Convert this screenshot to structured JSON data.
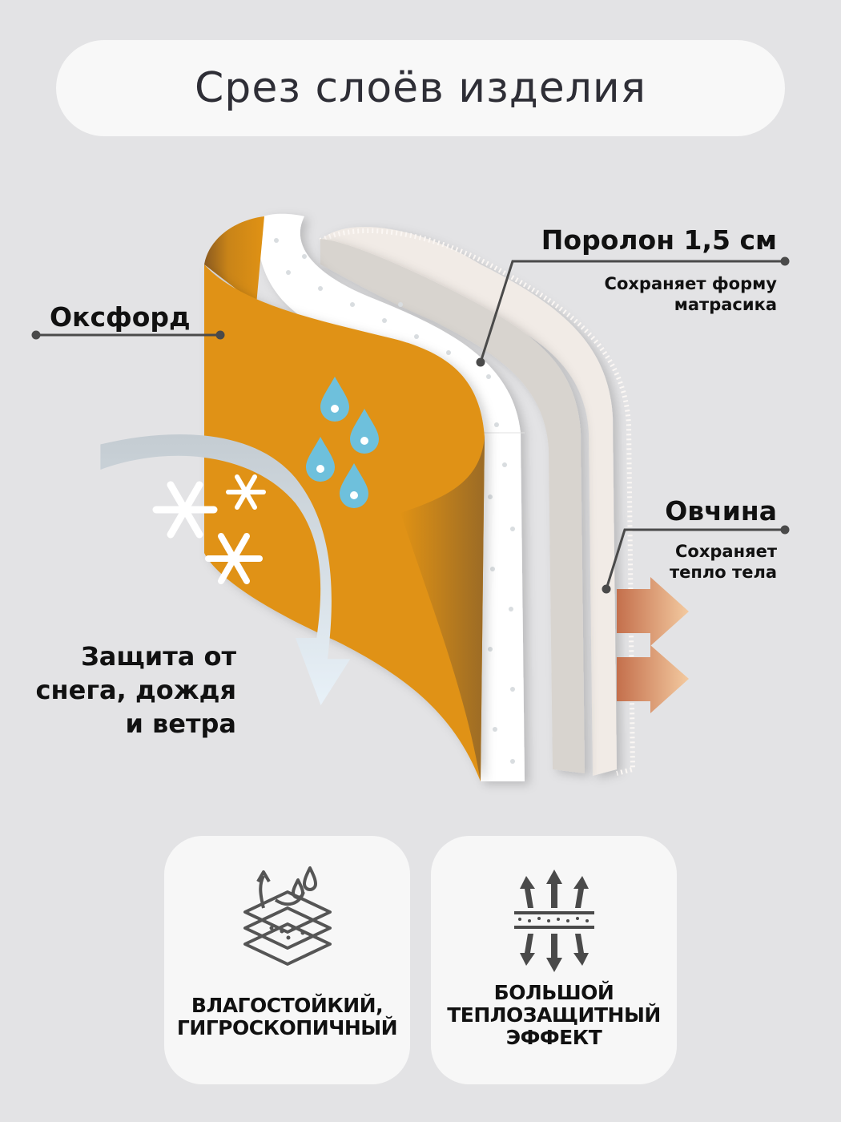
{
  "title": "Срез слоёв изделия",
  "layers": {
    "oxford": {
      "title": "Оксфорд"
    },
    "foam": {
      "title": "Поролон 1,5 см",
      "subtitle_line1": "Сохраняет форму",
      "subtitle_line2": "матрасика"
    },
    "sheepskin": {
      "title": "Овчина",
      "subtitle_line1": "Сохраняет",
      "subtitle_line2": "тепло тела"
    }
  },
  "protection": {
    "line1": "Защита от",
    "line2": "снега, дождя",
    "line3": "и ветра"
  },
  "features": [
    {
      "icon": "water-resistant-layers-icon",
      "line1": "ВЛАГОСТОЙКИЙ,",
      "line2": "ГИГРОСКОПИЧНЫЙ"
    },
    {
      "icon": "heat-protection-icon",
      "line1": "БОЛЬШОЙ",
      "line2": "ТЕПЛОЗАЩИТНЫЙ",
      "line3": "ЭФФЕКТ"
    }
  ],
  "colors": {
    "oxford": "#e09214",
    "foam": "#ffffff",
    "backing": "#d9d5d0",
    "fur": "#eee6e0",
    "water": "#6ec0dc",
    "heat": "#d88a60",
    "background": "#e3e3e5"
  }
}
